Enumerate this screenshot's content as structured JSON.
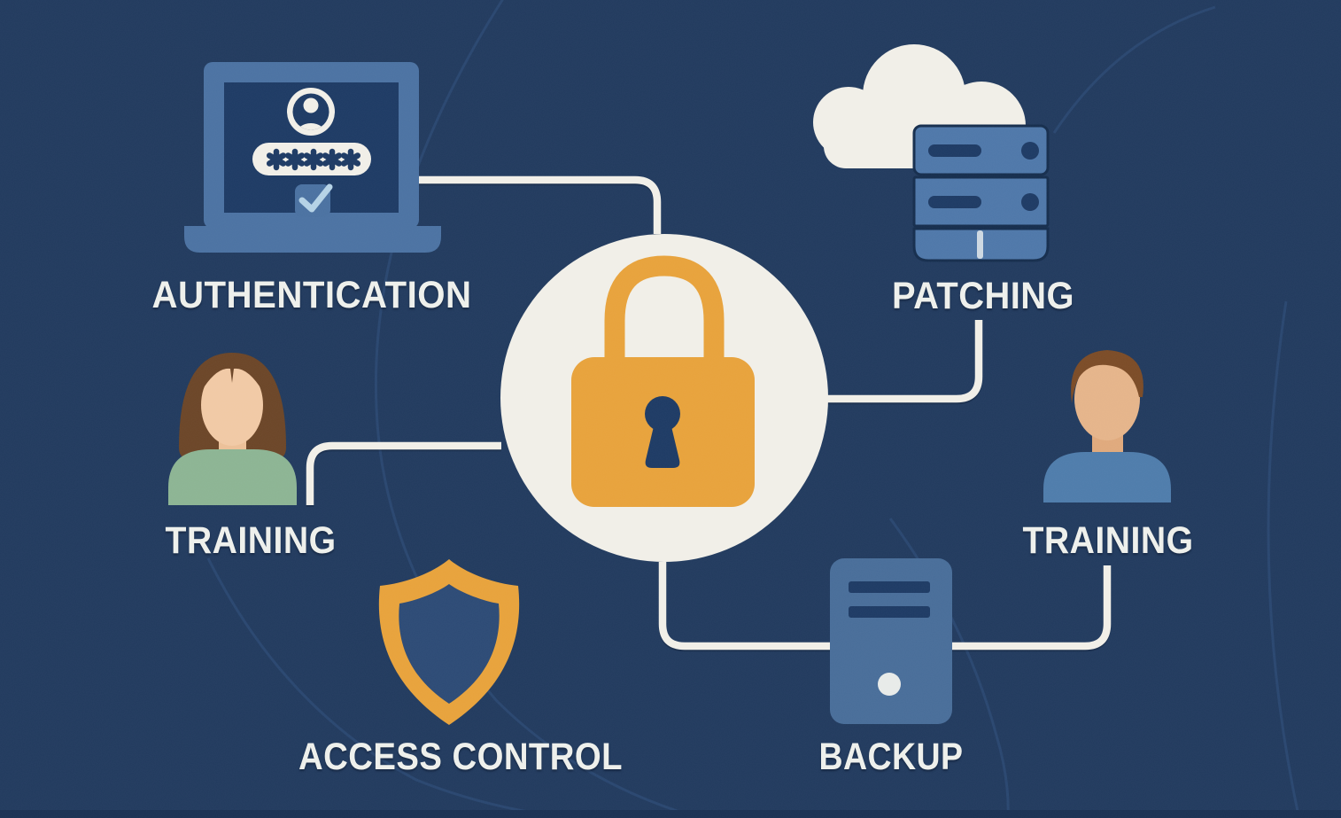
{
  "diagram_theme": {
    "background": "#213a5e",
    "bottom_edge_strip": "#1a3153",
    "offwhite": "#f1efe8",
    "accent_orange": "#e8a23b",
    "navy": "#1d3a64",
    "laptop_blue": "#4b72a2",
    "server_blue": "#4e77a9",
    "tower_blue": "#486d99",
    "check_blue": "#b5d2e6",
    "green_shirt": "#8cb493",
    "blue_shirt": "#4e7cab",
    "shield_inner": "#2c4a75"
  },
  "center": {
    "icon": "padlock-icon"
  },
  "nodes": [
    {
      "id": "authentication",
      "label": "AUTHENTICATION",
      "icon": "laptop-login-icon",
      "password_mask": "✱✱✱✱✱"
    },
    {
      "id": "patching",
      "label": "PATCHING",
      "icon": "cloud-server-icon"
    },
    {
      "id": "training-left",
      "label": "TRAINING",
      "icon": "female-user-icon"
    },
    {
      "id": "access-control",
      "label": "ACCESS CONTROL",
      "icon": "shield-icon"
    },
    {
      "id": "backup",
      "label": "BACKUP",
      "icon": "server-tower-icon"
    },
    {
      "id": "training-right",
      "label": "TRAINING",
      "icon": "male-user-icon"
    }
  ]
}
